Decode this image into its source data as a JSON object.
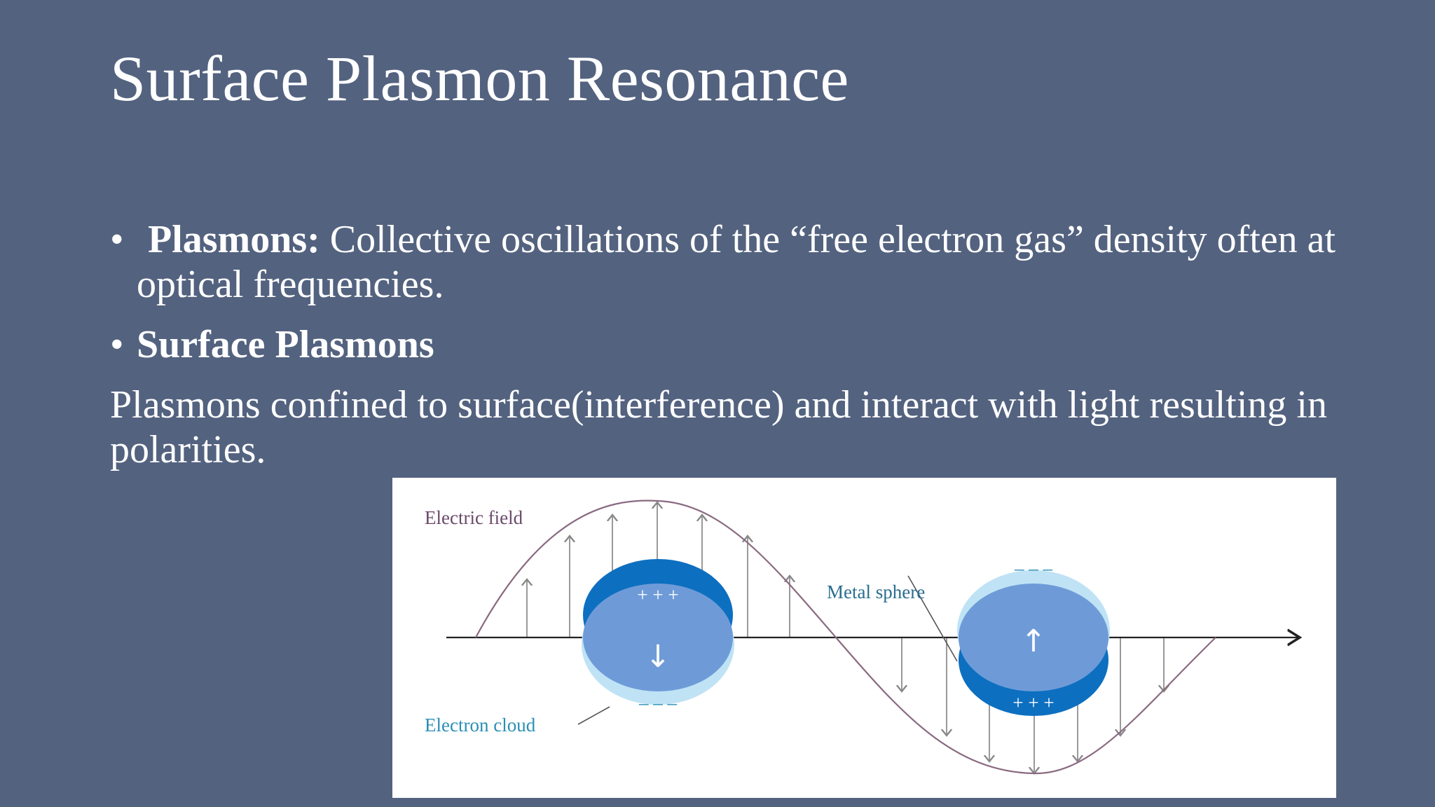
{
  "slide": {
    "title": "Surface Plasmon Resonance",
    "bullets": [
      {
        "bullet": "•",
        "term": "Plasmons:",
        "text": "Collective oscillations of the “free electron gas” density often at optical frequencies."
      },
      {
        "bullet": "•",
        "term": "Surface Plasmons",
        "text": ""
      }
    ],
    "paragraph": "Plasmons confined to surface(interference) and interact with light resulting in polarities."
  },
  "figure": {
    "labels": {
      "electric_field": "Electric field",
      "metal_sphere": "Metal sphere",
      "electron_cloud": "Electron cloud"
    },
    "sphere_left": {
      "top_charge": "+ + +",
      "bottom_charge": "– – –",
      "arrow": "↓"
    },
    "sphere_right": {
      "top_charge": "– – –",
      "bottom_charge": "+ + +",
      "arrow": "↑"
    },
    "colors": {
      "wave": "#8a6a80",
      "light_cloud": "#bfe3f5",
      "sphere_fill": "#6e9bd8",
      "sphere_dark": "#0d6fc0",
      "label_purple": "#6a4a6a",
      "label_teal": "#2a8fb5"
    }
  }
}
